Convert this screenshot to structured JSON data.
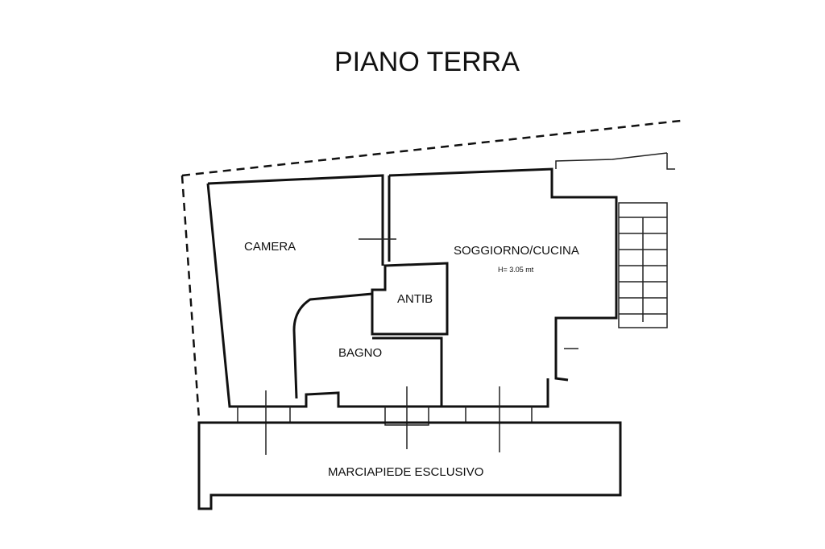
{
  "title": "PIANO TERRA",
  "rooms": {
    "camera": "CAMERA",
    "soggiorno": "SOGGIORNO/CUCINA",
    "height_note": "H= 3.05 mt",
    "antis": "ANTIB",
    "bagno": "BAGNO",
    "marciapiede": "MARCIAPIEDE ESCLUSIVO"
  }
}
